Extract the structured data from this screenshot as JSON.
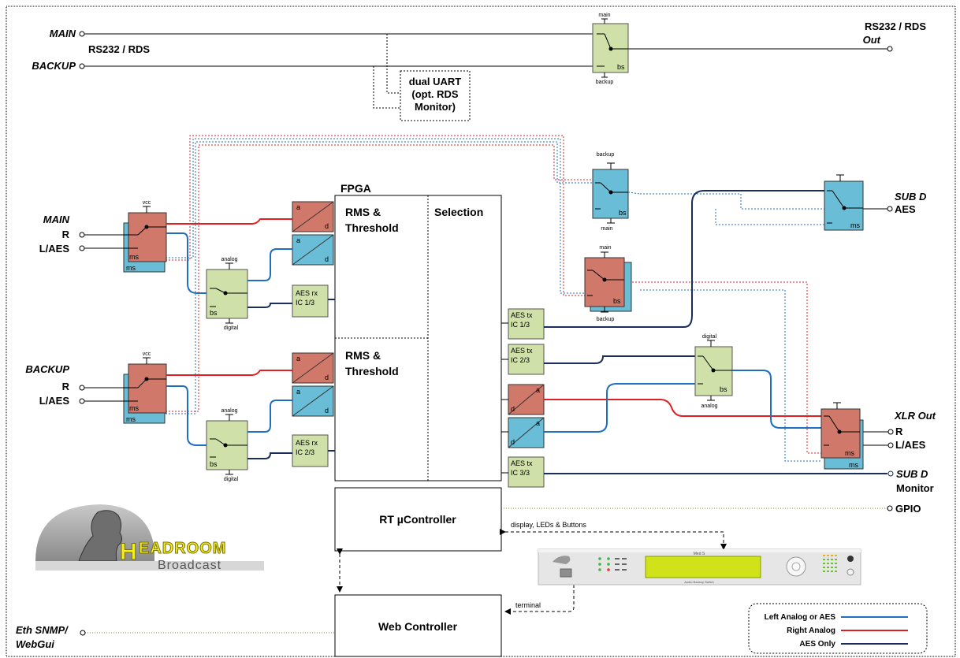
{
  "top": {
    "main_label": "MAIN",
    "backup_label": "BACKUP",
    "rs232_label": "RS232 / RDS",
    "out_title": "RS232 / RDS",
    "out_sub": "Out",
    "uart_lines": [
      "dual UART",
      "(opt. RDS",
      "Monitor)"
    ],
    "switch_main": "main",
    "switch_backup": "backup",
    "switch_bs": "bs"
  },
  "inputs": {
    "main": {
      "title": "MAIN",
      "r": "R",
      "l": "L/AES"
    },
    "backup": {
      "title": "BACKUP",
      "r": "R",
      "l": "L/AES"
    },
    "vcc": "vcc",
    "ms": "ms",
    "analog": "analog",
    "digital": "digital",
    "bs": "bs"
  },
  "converters": {
    "a": "a",
    "d": "d"
  },
  "aes_rx": [
    [
      "AES rx",
      "IC 1/3"
    ],
    [
      "AES rx",
      "IC 2/3"
    ]
  ],
  "aes_tx": [
    [
      "AES tx",
      "IC 1/3"
    ],
    [
      "AES tx",
      "IC 2/3"
    ],
    [
      "AES tx",
      "IC 3/3"
    ]
  ],
  "fpga": {
    "title": "FPGA",
    "rms1": [
      "RMS &",
      "Threshold"
    ],
    "rms2": [
      "RMS &",
      "Threshold"
    ],
    "selection": "Selection"
  },
  "controllers": {
    "rt": "RT µController",
    "web": "Web Controller",
    "display_link": "display, LEDs & Buttons",
    "terminal_link": "terminal"
  },
  "outputs": {
    "subd_aes": [
      "SUB D",
      "AES"
    ],
    "xlr": {
      "title": "XLR Out",
      "r": "R",
      "l": "L/AES"
    },
    "subd_monitor": [
      "SUB D",
      "Monitor"
    ],
    "gpio": "GPIO",
    "eth": [
      "Eth SNMP/",
      "WebGui"
    ]
  },
  "logo": {
    "word": "EADROOM",
    "initial": "H",
    "sub": "Broadcast"
  },
  "device": {
    "title": "Med S",
    "sub": "Audio Backup Switch"
  },
  "legend": [
    {
      "label": "Left Analog or AES",
      "color": "#1f6fc1"
    },
    {
      "label": "Right Analog",
      "color": "#e02020"
    },
    {
      "label": "AES Only",
      "color": "#1a2e5c"
    }
  ],
  "colors": {
    "green": "#cfe0a8",
    "red": "#d0786a",
    "blue": "#69bdd6",
    "left": "#1f6fc1",
    "right": "#e02020",
    "aes": "#1a2e5c",
    "gpio": "#7a8a2a"
  }
}
